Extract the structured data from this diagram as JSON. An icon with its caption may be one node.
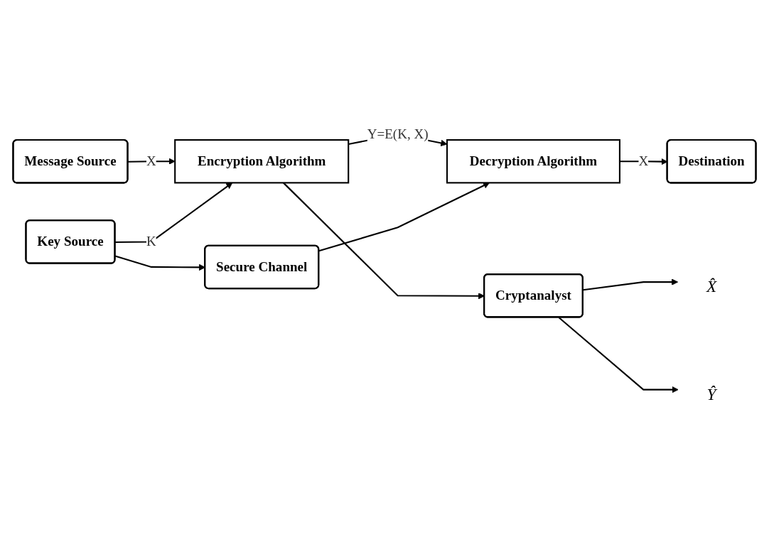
{
  "diagram": {
    "nodes": [
      {
        "text": [
          "Cryptanalyst"
        ]
      },
      {
        "text": [
          "X̂"
        ]
      },
      {
        "text": [
          "Ŷ"
        ]
      },
      {
        "text": [
          "Message Source"
        ]
      },
      {
        "text": [
          "Encryption Algorithm"
        ]
      },
      {
        "text": [
          "Decryption Algorithm"
        ]
      },
      {
        "text": [
          "Destination"
        ]
      },
      {
        "text": [
          "Secure Channel"
        ]
      },
      {
        "text": [
          "Key Source"
        ]
      }
    ],
    "edges": [
      {
        "from": 0,
        "to": 1,
        "arrow": "to"
      },
      {
        "from": 0,
        "to": 2,
        "arrow": "to"
      },
      {
        "from": 3,
        "to": 4,
        "arrow": "to",
        "label": "X"
      },
      {
        "from": 4,
        "to": 5,
        "arrow": "to",
        "label": "Y=E(K, X)"
      },
      {
        "from": 4,
        "to": 0,
        "arrow": "to"
      },
      {
        "from": 5,
        "to": 6,
        "arrow": "to",
        "label": "X"
      },
      {
        "from": 8,
        "to": 4,
        "arrow": "to",
        "label": "K"
      },
      {
        "from": 8,
        "to": 7,
        "arrow": "to"
      },
      {
        "from": 7,
        "to": 5,
        "arrow": "to"
      }
    ]
  }
}
